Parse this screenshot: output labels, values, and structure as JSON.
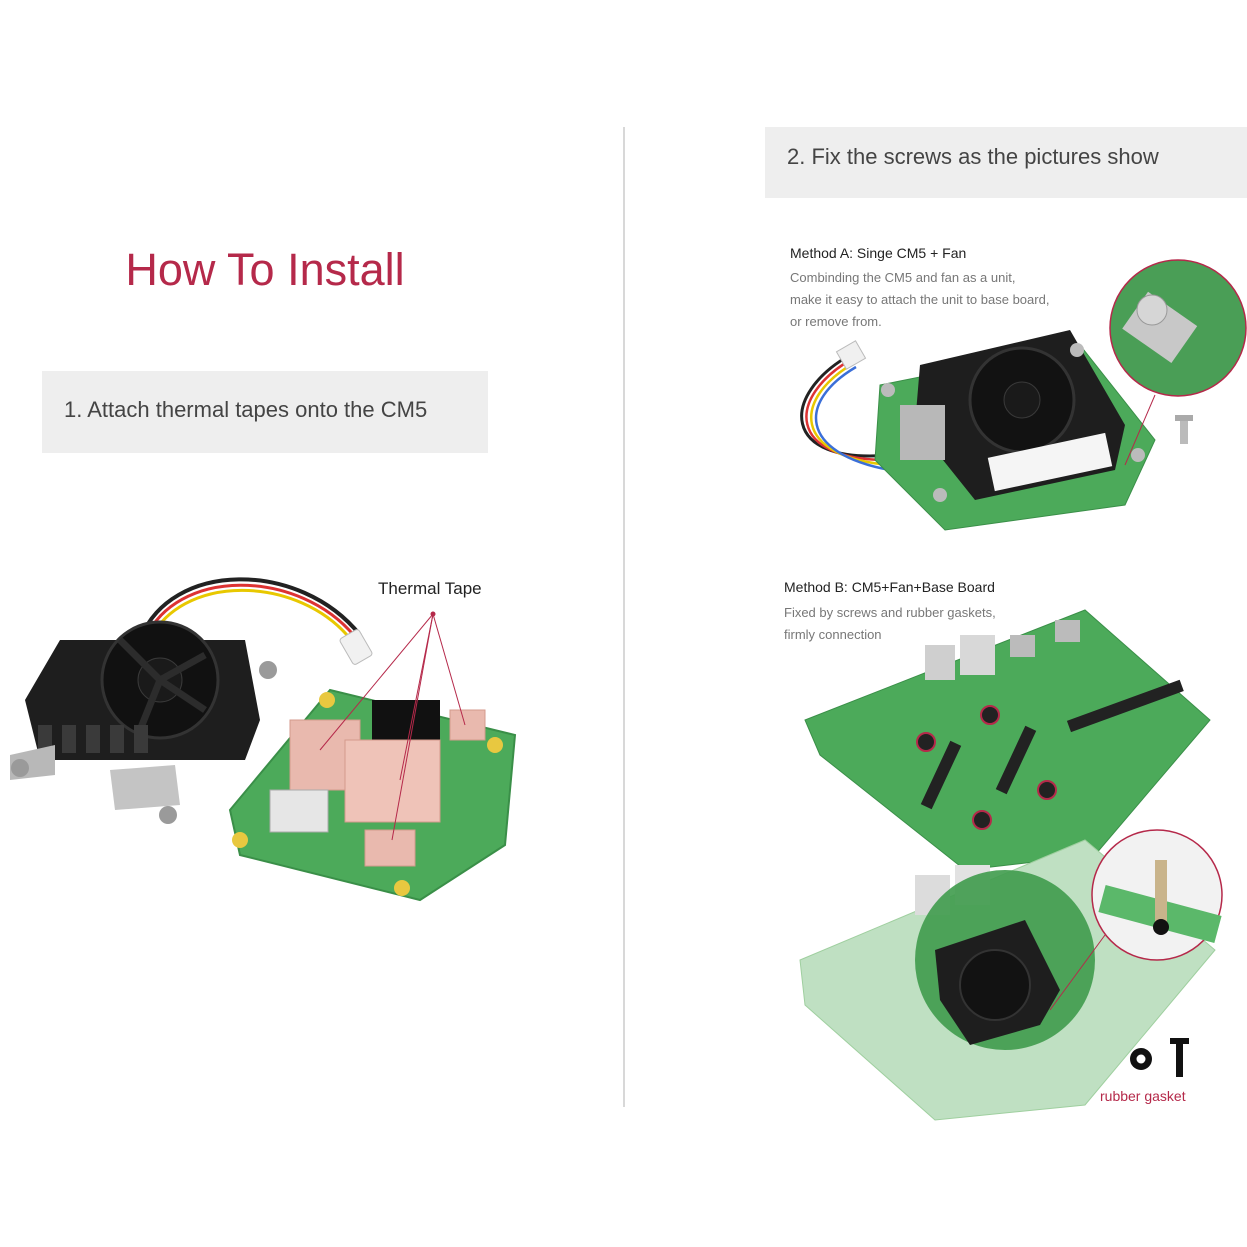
{
  "title": "How To Install",
  "step1": {
    "label": "1. Attach thermal tapes onto the CM5"
  },
  "step2": {
    "label": "2. Fix the screws as the pictures show"
  },
  "thermal_callout": "Thermal Tape",
  "method_a": {
    "heading": "Method A: Singe CM5 + Fan",
    "lines": [
      "Combinding the CM5 and fan as a unit,",
      "make it easy to attach the unit to base board,",
      "or remove from."
    ]
  },
  "method_b": {
    "heading": "Method B:  CM5+Fan+Base Board",
    "lines": [
      "Fixed by screws and rubber gaskets,",
      "firmly connection"
    ]
  },
  "gasket_label": "rubber gasket",
  "colors": {
    "accent": "#b5294a",
    "pcb_green": "#4caa5a",
    "fan_black": "#1e1e1e",
    "step_bg": "#eeeeee"
  }
}
